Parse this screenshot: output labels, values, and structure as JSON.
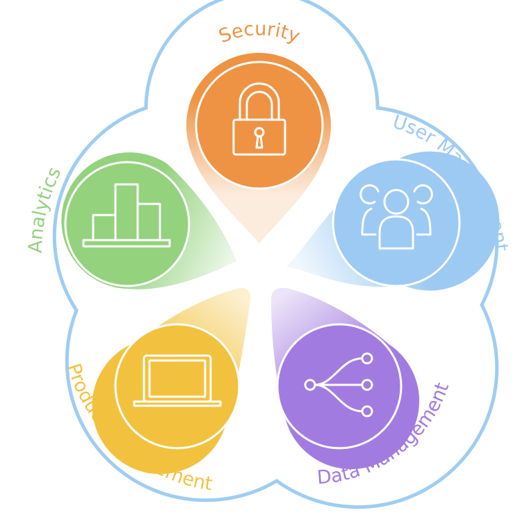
{
  "colors": {
    "outline": "#9fcdf2",
    "security": "#ee9343",
    "user_management": "#9dcaf3",
    "data_management": "#a27be0",
    "product_management": "#f2c23f",
    "analytics": "#94d27e"
  },
  "segments": [
    {
      "key": "security",
      "label": "Security",
      "icon": "padlock-icon"
    },
    {
      "key": "user_management",
      "label": "User Management",
      "icon": "users-icon"
    },
    {
      "key": "data_management",
      "label": "Data Management",
      "icon": "share-nodes-icon"
    },
    {
      "key": "product_management",
      "label": "Product Management",
      "icon": "laptop-icon"
    },
    {
      "key": "analytics",
      "label": "Analytics",
      "icon": "bar-chart-icon"
    }
  ]
}
